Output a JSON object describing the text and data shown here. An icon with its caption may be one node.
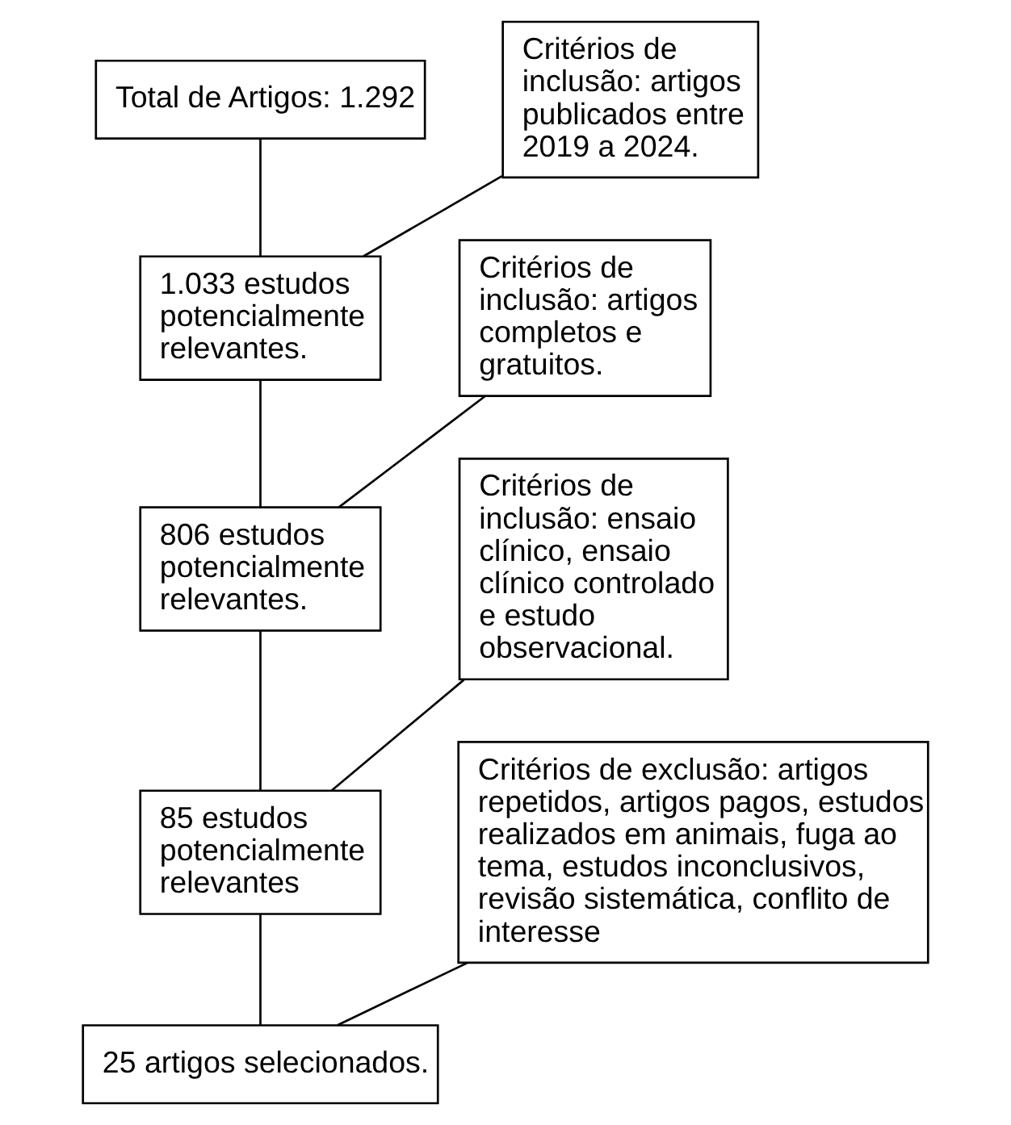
{
  "diagram": {
    "nodes": [
      {
        "text": [
          "Total de Artigos: 1.292"
        ]
      },
      {
        "text": [
          "Critérios de inclusão: artigos publicados entre 2019 a 2024."
        ]
      },
      {
        "text": [
          "1.033 estudos potencialmente relevantes."
        ]
      },
      {
        "text": [
          "Critérios de inclusão: artigos completos e gratuitos."
        ]
      },
      {
        "text": [
          "806 estudos potencialmente relevantes."
        ]
      },
      {
        "text": [
          "Critérios de inclusão: ensaio clínico, ensaio clínico controlado e estudo observacional."
        ]
      },
      {
        "text": [
          "85 estudos potencialmente relevantes"
        ]
      },
      {
        "text": [
          "Critérios de exclusão: artigos repetidos, artigos pagos, estudos realizados em animais, fuga ao tema, estudos inconclusivos, revisão sistemática, conflito de interesse"
        ]
      },
      {
        "text": [
          "25 artigos selecionados."
        ]
      }
    ],
    "edges": [
      {
        "from": 0,
        "to": 2,
        "arrow": "none"
      },
      {
        "from": 1,
        "to": 2,
        "arrow": "none"
      },
      {
        "from": 2,
        "to": 4,
        "arrow": "none"
      },
      {
        "from": 3,
        "to": 4,
        "arrow": "none"
      },
      {
        "from": 4,
        "to": 6,
        "arrow": "none"
      },
      {
        "from": 5,
        "to": 6,
        "arrow": "none"
      },
      {
        "from": 6,
        "to": 8,
        "arrow": "none"
      },
      {
        "from": 7,
        "to": 8,
        "arrow": "none"
      }
    ]
  }
}
